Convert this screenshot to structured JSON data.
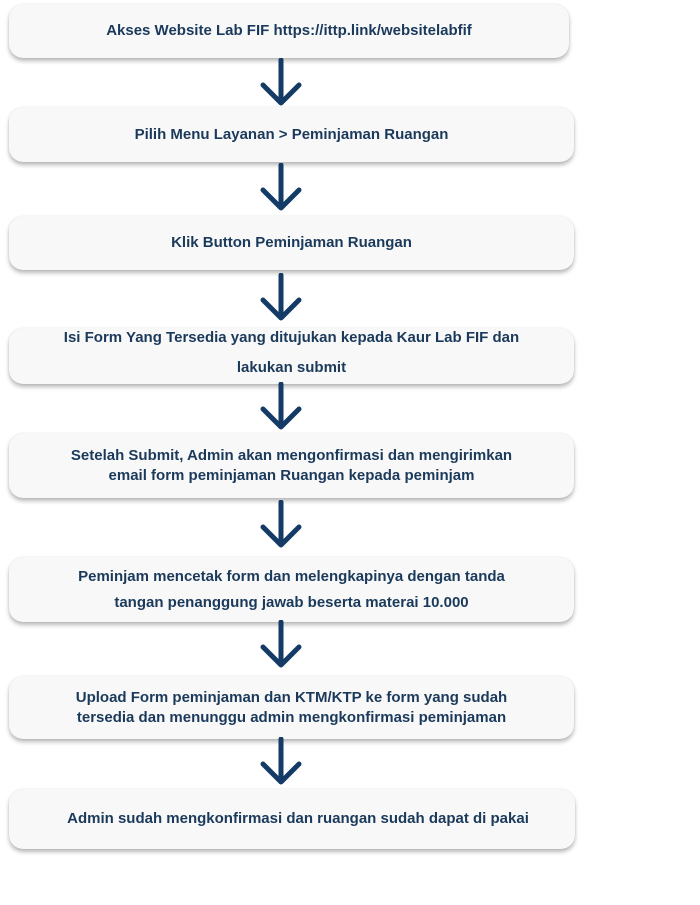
{
  "flowchart": {
    "steps": [
      {
        "text": "Akses Website Lab FIF https://ittp.link/websitelabfif"
      },
      {
        "text": "Pilih Menu Layanan > Peminjaman Ruangan"
      },
      {
        "text": "Klik Button Peminjaman Ruangan"
      },
      {
        "text": "Isi Form Yang Tersedia  yang ditujukan kepada Kaur Lab FIF dan\nlakukan submit"
      },
      {
        "text": "Setelah Submit, Admin akan mengonfirmasi dan mengirimkan\nemail form peminjaman Ruangan kepada peminjam"
      },
      {
        "text": "Peminjam mencetak form dan melengkapinya dengan tanda\ntangan penanggung jawab beserta materai 10.000"
      },
      {
        "text": "Upload Form peminjaman dan KTM/KTP ke form yang sudah\ntersedia dan menunggu admin mengkonfirmasi peminjaman"
      },
      {
        "text": "Admin sudah mengkonfirmasi dan ruangan sudah dapat di pakai"
      }
    ],
    "colors": {
      "box_fill": "#f8f8f8",
      "text": "#1b3a5b",
      "arrow": "#133b66"
    }
  }
}
